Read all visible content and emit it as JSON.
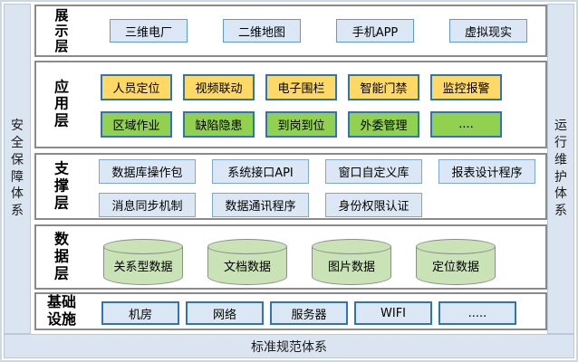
{
  "colors": {
    "pillar_bg": "#dbe5f1",
    "band_border": "#8a8a8a",
    "blue_box_bg": "#dbe7f4",
    "blue_box_border": "#5b9bd5",
    "strong_blue_border": "#2e75b6",
    "yellow_box_bg": "#ffd966",
    "green_box_bg": "#92d050",
    "cylinder_bg": "#c9e2b6",
    "cylinder_border": "#8c8c8c"
  },
  "pillars": {
    "left": {
      "label": "安全保障体系",
      "lines": [
        "安",
        "全",
        "保",
        "障",
        "体",
        "系"
      ]
    },
    "right": {
      "label": "运行维护体系",
      "lines": [
        "运",
        "行",
        "维",
        "护",
        "体",
        "系"
      ]
    },
    "bottom": {
      "label": "标准规范体系"
    }
  },
  "layers": [
    {
      "name": "展示层",
      "label_lines": [
        "展",
        "示",
        "层"
      ],
      "rows": [
        [
          "三维电厂",
          "二维地图",
          "手机APP",
          "虚拟现实"
        ]
      ]
    },
    {
      "name": "应用层",
      "label_lines": [
        "应",
        "用",
        "层"
      ],
      "rows": [
        [
          "人员定位",
          "视频联动",
          "电子围栏",
          "智能门禁",
          "监控报警"
        ],
        [
          "区域作业",
          "缺陷隐患",
          "到岗到位",
          "外委管理",
          "...."
        ]
      ]
    },
    {
      "name": "支撑层",
      "label_lines": [
        "支",
        "撑",
        "层"
      ],
      "rows": [
        [
          "数据库操作包",
          "系统接口API",
          "窗口自定义库",
          "报表设计程序"
        ],
        [
          "消息同步机制",
          "数据通讯程序",
          "身份权限认证"
        ]
      ]
    },
    {
      "name": "数据层",
      "label_lines": [
        "数",
        "据",
        "层"
      ],
      "cylinders": [
        "关系型数据",
        "文档数据",
        "图片数据",
        "定位数据"
      ]
    },
    {
      "name": "基础设施",
      "label_lines": [
        "基础",
        "设施"
      ],
      "rows": [
        [
          "机房",
          "网络",
          "服务器",
          "WIFI",
          "....."
        ]
      ]
    }
  ]
}
